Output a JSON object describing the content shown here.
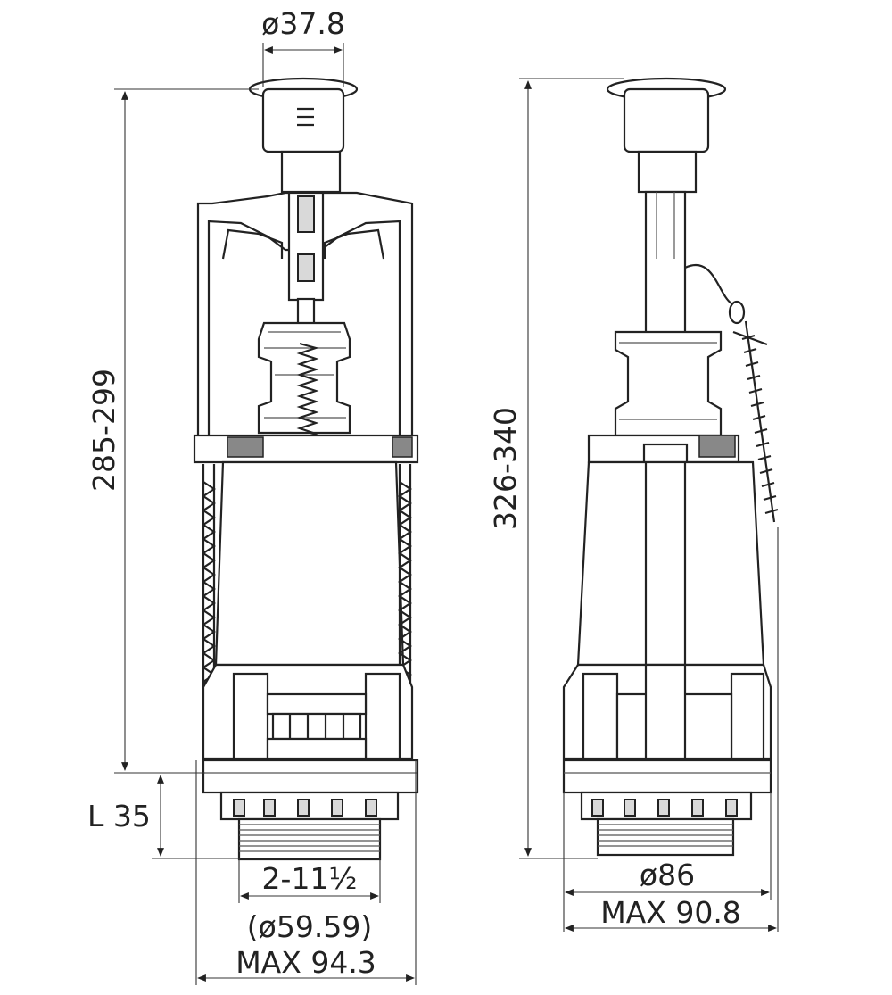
{
  "dimensions": {
    "button_diameter": "ø37.8",
    "left_height": "285-299",
    "thread_length": "L 35",
    "thread_size": "2-11½",
    "thread_diameter": "(ø59.59)",
    "left_max_width": "MAX 94.3",
    "right_height": "326-340",
    "base_diameter": "ø86",
    "right_max_width": "MAX 90.8"
  }
}
